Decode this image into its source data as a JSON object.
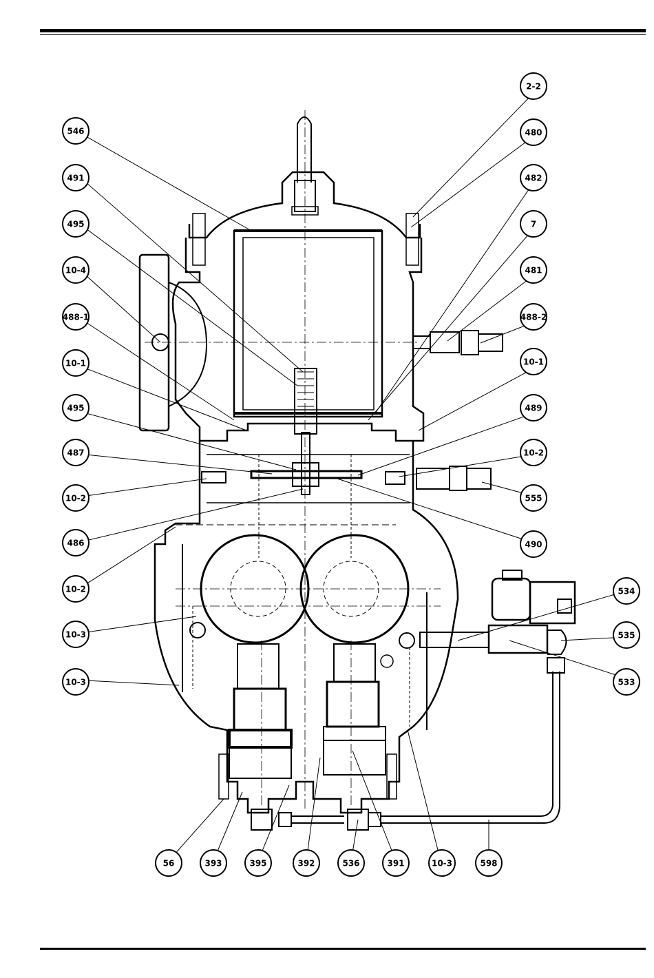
{
  "diagram": {
    "parts": [
      {
        "id": "lbl_546",
        "label": "546"
      },
      {
        "id": "lbl_491",
        "label": "491"
      },
      {
        "id": "lbl_495a",
        "label": "495"
      },
      {
        "id": "lbl_10_4",
        "label": "10-4"
      },
      {
        "id": "lbl_488_1",
        "label": "488-1"
      },
      {
        "id": "lbl_10_1a",
        "label": "10-1"
      },
      {
        "id": "lbl_495b",
        "label": "495"
      },
      {
        "id": "lbl_487",
        "label": "487"
      },
      {
        "id": "lbl_10_2a",
        "label": "10-2"
      },
      {
        "id": "lbl_486",
        "label": "486"
      },
      {
        "id": "lbl_10_2b",
        "label": "10-2"
      },
      {
        "id": "lbl_10_3a",
        "label": "10-3"
      },
      {
        "id": "lbl_10_3b",
        "label": "10-3"
      },
      {
        "id": "lbl_2_2",
        "label": "2-2"
      },
      {
        "id": "lbl_480",
        "label": "480"
      },
      {
        "id": "lbl_482",
        "label": "482"
      },
      {
        "id": "lbl_7",
        "label": "7"
      },
      {
        "id": "lbl_481",
        "label": "481"
      },
      {
        "id": "lbl_488_2",
        "label": "488-2"
      },
      {
        "id": "lbl_10_1b",
        "label": "10-1"
      },
      {
        "id": "lbl_489",
        "label": "489"
      },
      {
        "id": "lbl_10_2c",
        "label": "10-2"
      },
      {
        "id": "lbl_555",
        "label": "555"
      },
      {
        "id": "lbl_490",
        "label": "490"
      },
      {
        "id": "lbl_534",
        "label": "534"
      },
      {
        "id": "lbl_535",
        "label": "535"
      },
      {
        "id": "lbl_533",
        "label": "533"
      },
      {
        "id": "lbl_56",
        "label": "56"
      },
      {
        "id": "lbl_393",
        "label": "393"
      },
      {
        "id": "lbl_395",
        "label": "395"
      },
      {
        "id": "lbl_392",
        "label": "392"
      },
      {
        "id": "lbl_536",
        "label": "536"
      },
      {
        "id": "lbl_391",
        "label": "391"
      },
      {
        "id": "lbl_10_3c",
        "label": "10-3"
      },
      {
        "id": "lbl_598",
        "label": "598"
      }
    ]
  }
}
